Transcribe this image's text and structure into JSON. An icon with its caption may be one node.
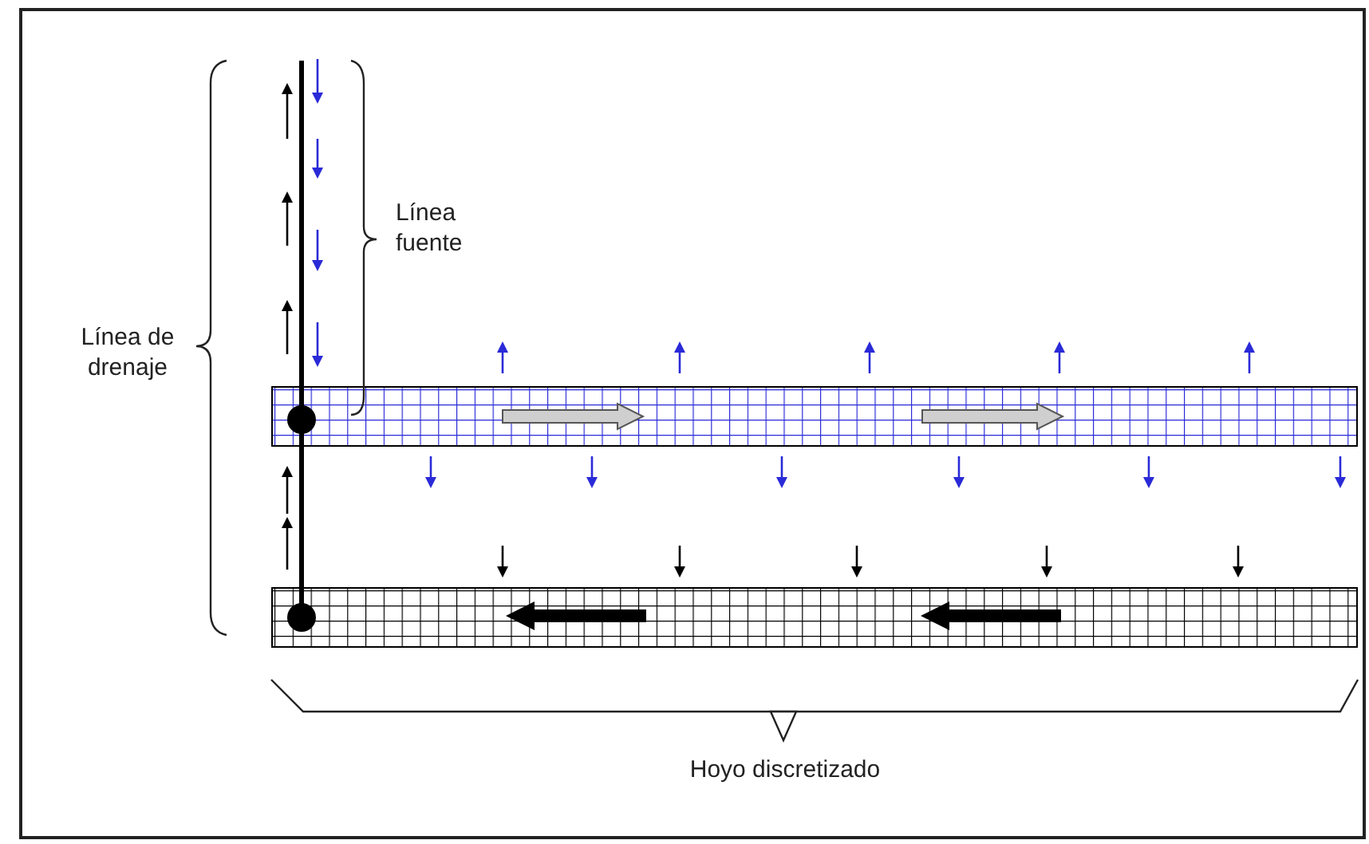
{
  "diagram": {
    "nodes": [
      {
        "text": [],
        "shape": "bar"
      },
      {
        "text": [],
        "shape": "bar"
      }
    ],
    "labels": [
      "Línea fuente",
      "Línea de drenaje",
      "Hoyo discretizado"
    ]
  }
}
